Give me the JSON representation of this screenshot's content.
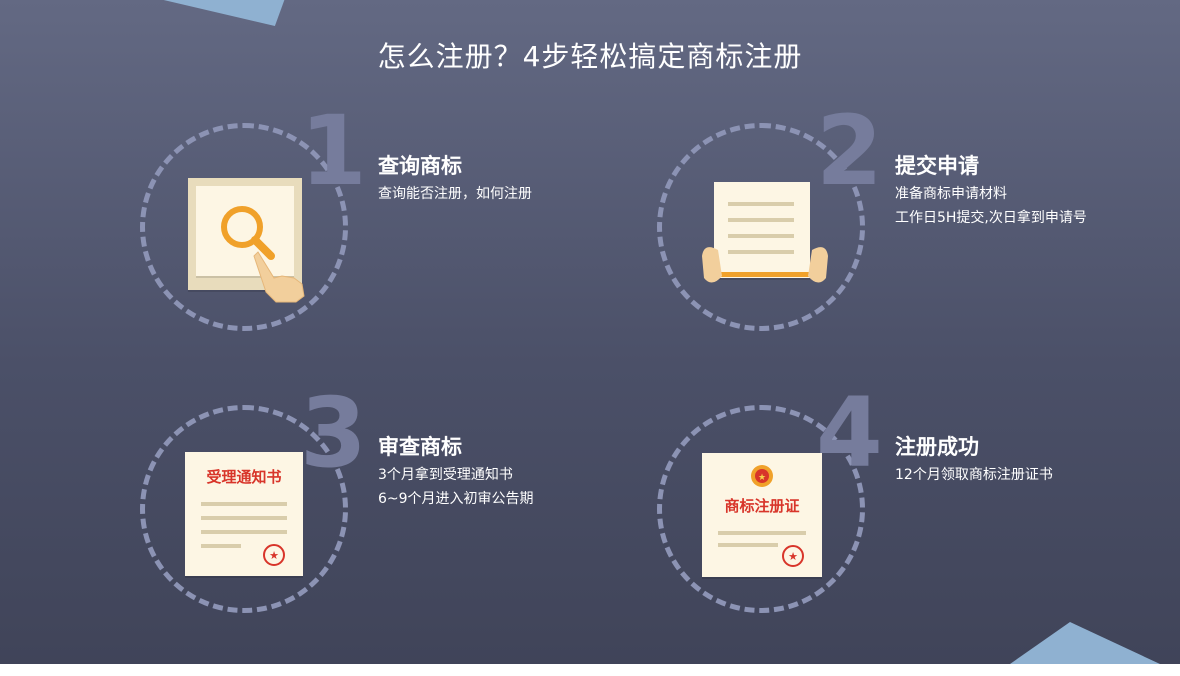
{
  "page": {
    "title": "怎么注册？4步轻松搞定商标注册"
  },
  "steps": [
    {
      "number": "1",
      "title": "查询商标",
      "lines": [
        "查询能否注册，如何注册"
      ]
    },
    {
      "number": "2",
      "title": "提交申请",
      "lines": [
        "准备商标申请材料",
        "工作日5H提交,次日拿到申请号"
      ]
    },
    {
      "number": "3",
      "title": "审查商标",
      "lines": [
        "3个月拿到受理通知书",
        "6~9个月进入初审公告期"
      ],
      "doc_label": "受理通知书"
    },
    {
      "number": "4",
      "title": "注册成功",
      "lines": [
        "12个月领取商标注册证书"
      ],
      "doc_label": "商标注册证"
    }
  ],
  "colors": {
    "background": "#4b5068",
    "accent_triangle": "#8fb1d1",
    "ring": "#8c93b4",
    "number": "#767c9c",
    "seal_red": "#d8352a",
    "paper": "#fdf6e4"
  },
  "icons": [
    "search-icon",
    "hand-pointer-icon",
    "document-hands-icon",
    "acceptance-notice-icon",
    "registration-certificate-icon",
    "seal-icon"
  ]
}
